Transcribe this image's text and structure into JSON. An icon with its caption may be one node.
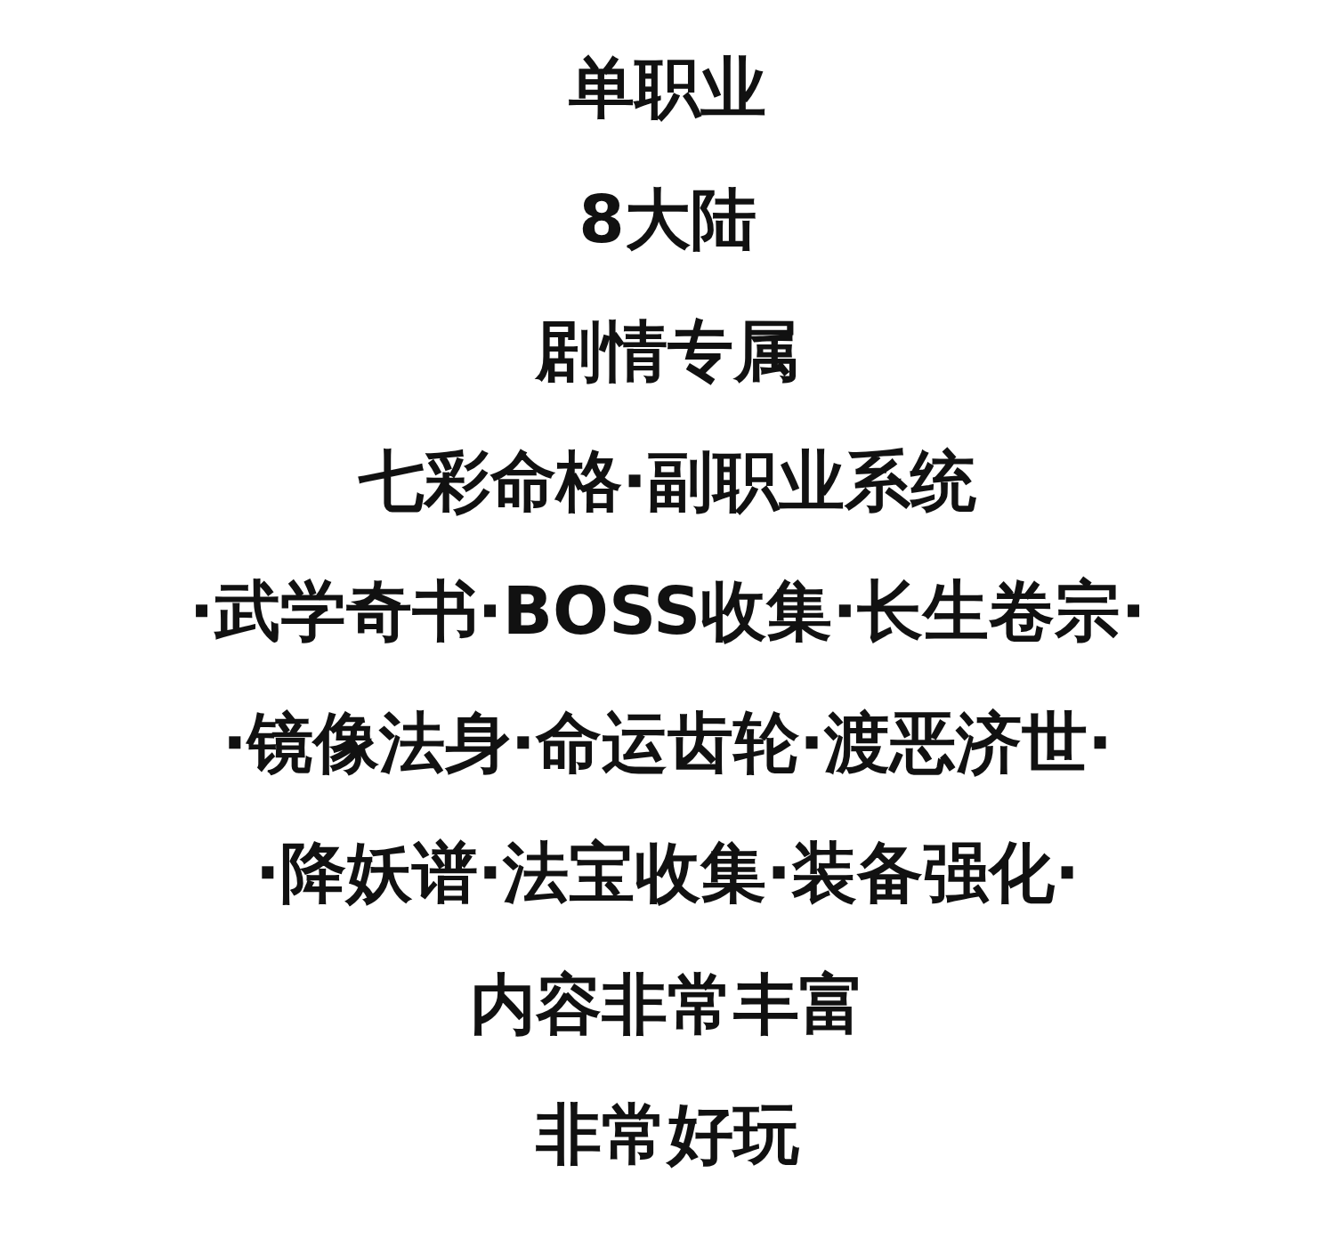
{
  "diagram": {
    "labels": [
      "单职业",
      "8大陆",
      "剧情专属",
      "七彩命格·副职业系统",
      "·武学奇书·BOSS收集·长生卷宗·",
      "·镜像法身·命运齿轮·渡恶济世·",
      "·降妖谱·法宝收集·装备强化·",
      "内容非常丰富",
      "非常好玩"
    ]
  }
}
